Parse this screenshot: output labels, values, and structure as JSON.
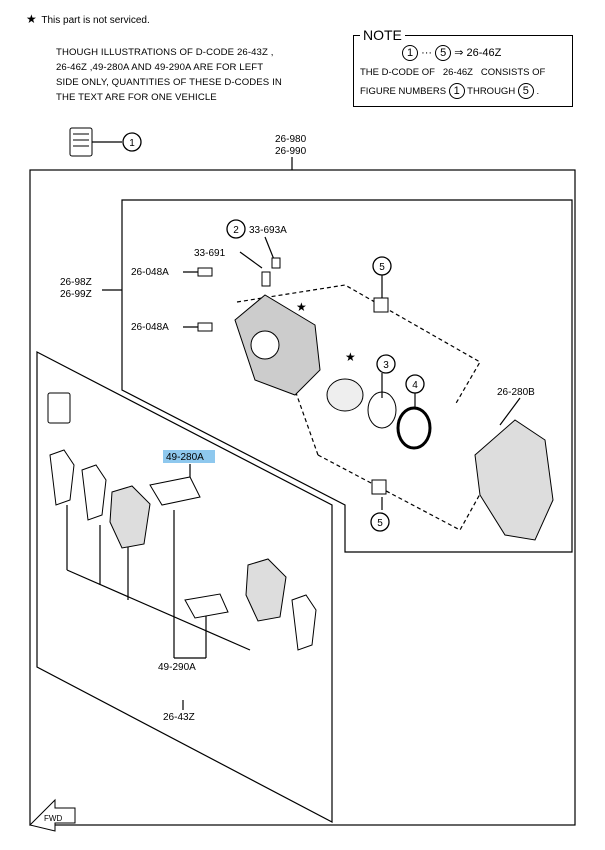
{
  "header": {
    "star_symbol": "★",
    "not_serviced": "This part is not serviced."
  },
  "illustration_note": {
    "lines": [
      "THOUGH ILLUSTRATIONS OF D-CODE 26-43Z  ,",
      "26-46Z  ,49-280A AND 49-290A ARE FOR LEFT",
      "SIDE ONLY, QUANTITIES OF THESE D-CODES IN",
      "THE TEXT ARE FOR ONE VEHICLE"
    ]
  },
  "note_box": {
    "title": "NOTE",
    "range_start": "1",
    "range_dots": "···",
    "range_end": "5",
    "arrow": "⇒",
    "code": "26-46Z",
    "line2_a": "THE D-CODE OF",
    "line2_code": "26-46Z",
    "line2_b": "CONSISTS OF",
    "line3_a": "FIGURE NUMBERS",
    "line3_from": "1",
    "line3_through": "THROUGH",
    "line3_to": "5",
    "line3_end": "."
  },
  "labels": {
    "pad_callout_num": "1",
    "caliper_assy_a": "26-980",
    "caliper_assy_b": "26-990",
    "piston_kit_a": "26-98Z",
    "piston_kit_b": "26-99Z",
    "bolt_upper": "26-048A",
    "bolt_lower": "26-048A",
    "bleeder_cap_num": "2",
    "bleeder_cap": "33-693A",
    "bleeder_screw": "33-691",
    "boot_top_num": "5",
    "boot_bottom_num": "5",
    "seal_num": "3",
    "dust_boot_num": "4",
    "mounting_support": "26-280B",
    "shim_kit": "49-280A",
    "clip_kit": "49-290A",
    "pad_set": "26-43Z",
    "front_arrow": "FWD"
  },
  "colors": {
    "highlight": "#8ec8ee",
    "ink": "#000000"
  }
}
